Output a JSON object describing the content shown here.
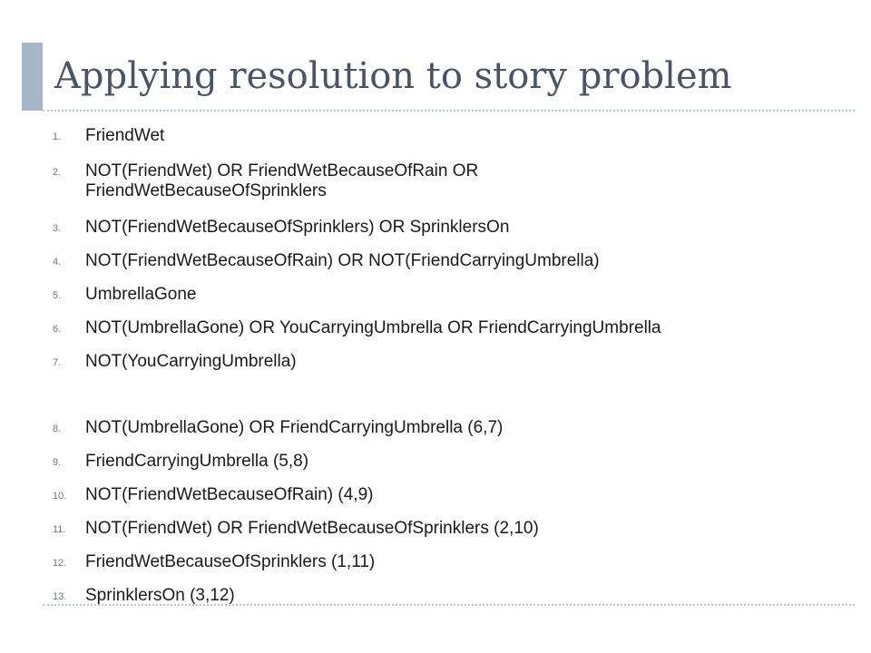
{
  "slide": {
    "title": "Applying resolution to story problem",
    "items": [
      {
        "num": "1.",
        "text": "FriendWet"
      },
      {
        "num": "2.",
        "text": "NOT(FriendWet) OR FriendWetBecauseOfRain OR\nFriendWetBecauseOfSprinklers"
      },
      {
        "num": "3.",
        "text": "NOT(FriendWetBecauseOfSprinklers) OR SprinklersOn"
      },
      {
        "num": "4.",
        "text": "NOT(FriendWetBecauseOfRain) OR NOT(FriendCarryingUmbrella)"
      },
      {
        "num": "5.",
        "text": "UmbrellaGone"
      },
      {
        "num": "6.",
        "text": "NOT(UmbrellaGone) OR YouCarryingUmbrella OR FriendCarryingUmbrella"
      },
      {
        "num": "7.",
        "text": "NOT(YouCarryingUmbrella)"
      },
      {
        "num": "8.",
        "text": "NOT(UmbrellaGone) OR FriendCarryingUmbrella (6,7)"
      },
      {
        "num": "9.",
        "text": "FriendCarryingUmbrella (5,8)"
      },
      {
        "num": "10.",
        "text": "NOT(FriendWetBecauseOfRain) (4,9)"
      },
      {
        "num": "11.",
        "text": "NOT(FriendWet) OR FriendWetBecauseOfSprinklers (2,10)"
      },
      {
        "num": "12.",
        "text": "FriendWetBecauseOfSprinklers (1,11)"
      },
      {
        "num": "13.",
        "text": "SprinklersOn (3,12)"
      }
    ]
  }
}
